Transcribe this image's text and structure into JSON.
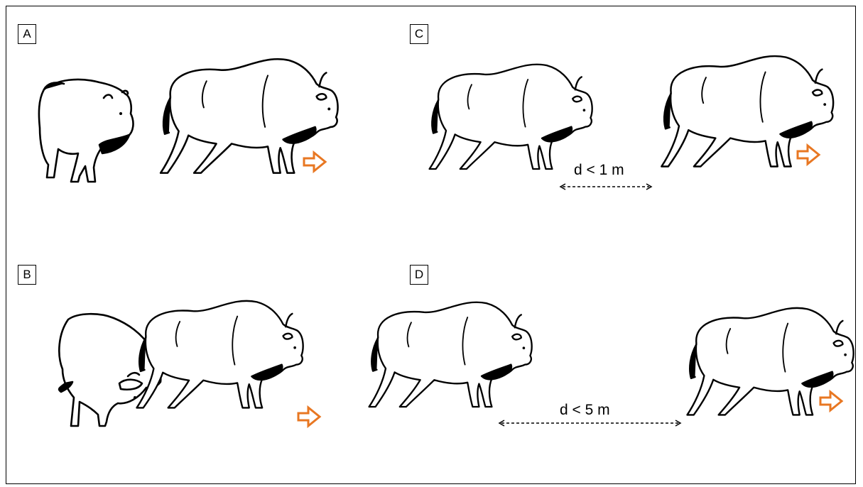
{
  "panels": [
    {
      "label": "A"
    },
    {
      "label": "B"
    },
    {
      "label": "C",
      "distance": "d < 1 m"
    },
    {
      "label": "D",
      "distance": "d < 5 m"
    }
  ],
  "colors": {
    "arrow": "#e87722",
    "line": "#000000",
    "background": "#ffffff"
  },
  "icons": {
    "direction": "orange-outline-right-arrow",
    "animal": "bison-line-drawing"
  }
}
